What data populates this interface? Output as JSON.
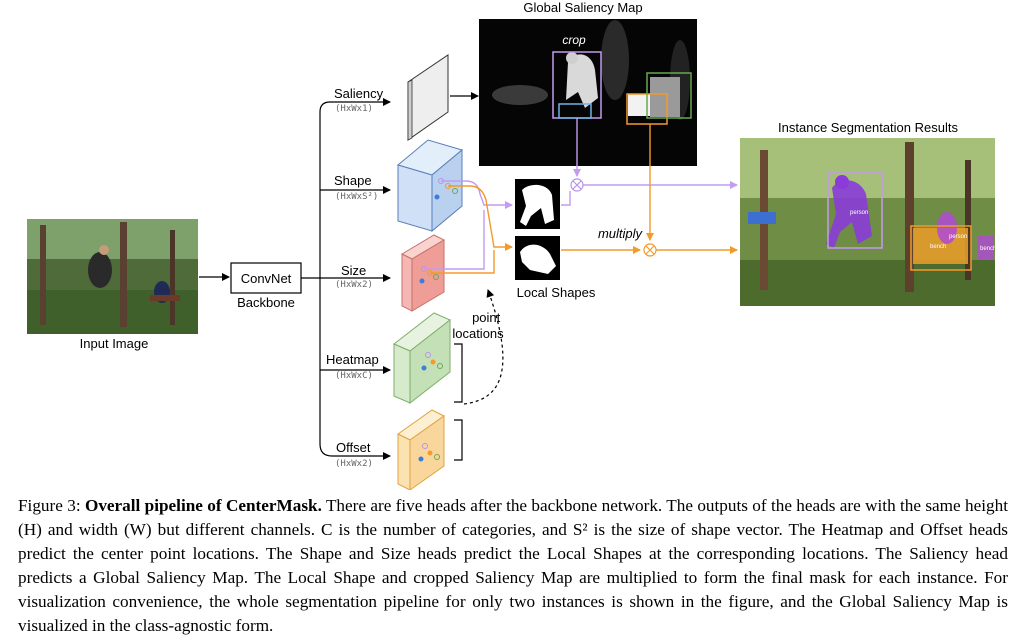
{
  "input": {
    "label": "Input Image"
  },
  "backbone": {
    "box_label": "ConvNet",
    "label": "Backbone"
  },
  "heads": [
    {
      "name": "Saliency",
      "dims": "(HxWx1)"
    },
    {
      "name": "Shape",
      "dims": "(HxWxS²)"
    },
    {
      "name": "Size",
      "dims": "(HxWx2)"
    },
    {
      "name": "Heatmap",
      "dims": "(HxWxC)"
    },
    {
      "name": "Offset",
      "dims": "(HxWx2)"
    }
  ],
  "saliency_map": {
    "title": "Global Saliency Map",
    "crop_label": "crop"
  },
  "local_shapes": {
    "label": "Local Shapes"
  },
  "multiply": {
    "label": "multiply",
    "symbol": "⊗"
  },
  "point_locations": {
    "label": "point locations"
  },
  "results": {
    "title": "Instance Segmentation Results",
    "tags": [
      "person",
      "person",
      "bench",
      "bench"
    ]
  },
  "colors": {
    "purple_path": "#c39bf0",
    "orange_path": "#f39a2b",
    "shape_head": "#cfe0f7",
    "size_head": "#f4b7b3",
    "heatmap_head": "#d5ebcc",
    "offset_head": "#fbe2b1"
  },
  "caption": {
    "figure_label": "Figure 3:",
    "bold_title": "Overall pipeline of CenterMask.",
    "text": "There are five heads after the backbone network. The outputs of the heads are with the same height (H) and width (W) but different channels. C is the number of categories, and S² is the size of shape vector. The Heatmap and Offset heads predict the center point locations. The Shape and Size heads predict the Local Shapes at the corresponding locations. The Saliency head predicts a Global Saliency Map. The Local Shape and cropped Saliency Map are multiplied to form the final mask for each instance. For visualization convenience, the whole segmentation pipeline for only two instances is shown in the figure, and the Global Saliency Map is visualized in the class-agnostic form."
  }
}
